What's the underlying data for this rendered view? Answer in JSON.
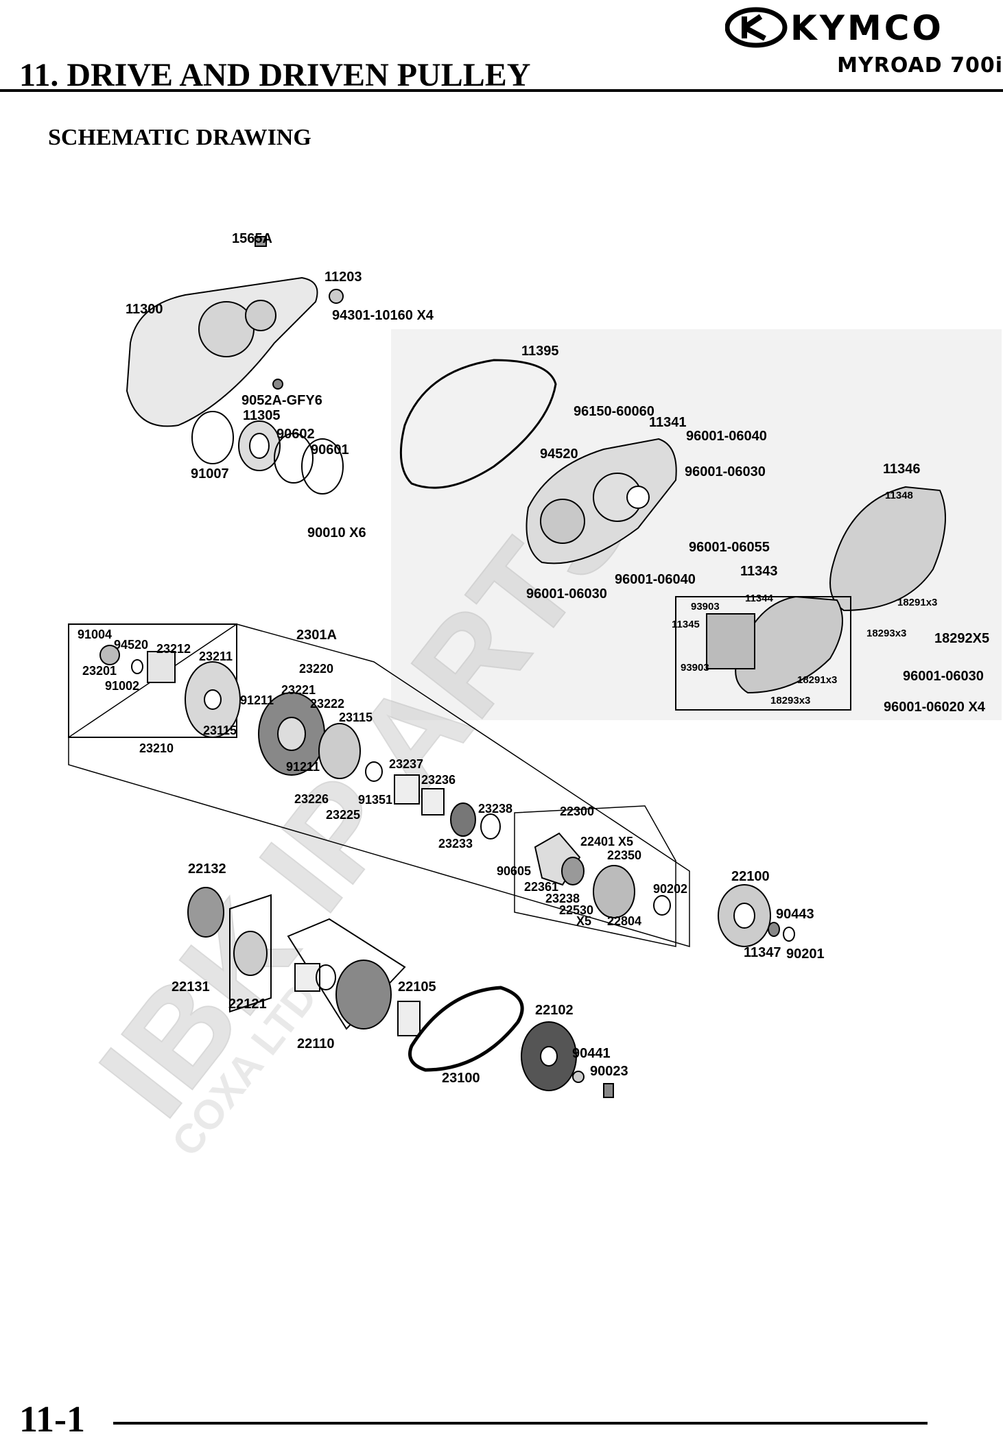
{
  "header": {
    "brand": "KYMCO",
    "model": "MYROAD 700i",
    "chapter_title": "11. DRIVE AND DRIVEN PULLEY"
  },
  "section": {
    "title": "SCHEMATIC DRAWING"
  },
  "watermark": {
    "text": "IBK IP ARTS",
    "subtext": "COXA LTD"
  },
  "parts": {
    "p1565A": "1565A",
    "p11203": "11203",
    "p11300": "11300",
    "p94301": "94301-10160 X4",
    "p9052A": "9052A-GFY6",
    "p11305": "11305",
    "p90602": "90602",
    "p90601": "90601",
    "p91007": "91007",
    "p90010": "90010 X6",
    "p11395": "11395",
    "p96150": "96150-60060",
    "p11341": "11341",
    "p96001_06040a": "96001-06040",
    "p94520a": "94520",
    "p96001_06030a": "96001-06030",
    "p96001_06055": "96001-06055",
    "p96001_06040b": "96001-06040",
    "p96001_06030b": "96001-06030",
    "p11346": "11346",
    "p11348": "11348",
    "p11343": "11343",
    "p11344": "11344",
    "p93903a": "93903",
    "p11345": "11345",
    "p93903b": "93903",
    "p18291a": "18291x3",
    "p18293a": "18293x3",
    "p18292": "18292X5",
    "p96001_06030c": "96001-06030",
    "p18291b": "18291x3",
    "p18293b": "18293x3",
    "p96001_06020": "96001-06020 X4",
    "p2301A": "2301A",
    "p91004": "91004",
    "p94520b": "94520",
    "p23212": "23212",
    "p23201": "23201",
    "p91002": "91002",
    "p23211": "23211",
    "p23115a": "23115",
    "p23210": "23210",
    "p23220": "23220",
    "p23221": "23221",
    "p91211a": "91211",
    "p23222": "23222",
    "p23115b": "23115",
    "p91211b": "91211",
    "p23237": "23237",
    "p23236": "23236",
    "p23226": "23226",
    "p91351": "91351",
    "p23225": "23225",
    "p23238a": "23238",
    "p23233": "23233",
    "p22300": "22300",
    "p22401": "22401 X5",
    "p22350": "22350",
    "p90605": "90605",
    "p22361": "22361",
    "p23238b": "23238",
    "p22530": "22530",
    "pX5": "X5",
    "p22804": "22804",
    "p90202": "90202",
    "p22100": "22100",
    "p90443": "90443",
    "p11347": "11347",
    "p90201": "90201",
    "p22132": "22132",
    "p22131": "22131",
    "p22121": "22121",
    "p22110": "22110",
    "p22105": "22105",
    "p22102": "22102",
    "p23100": "23100",
    "p90441": "90441",
    "p90023": "90023"
  },
  "footer": {
    "page_number": "11-1"
  }
}
